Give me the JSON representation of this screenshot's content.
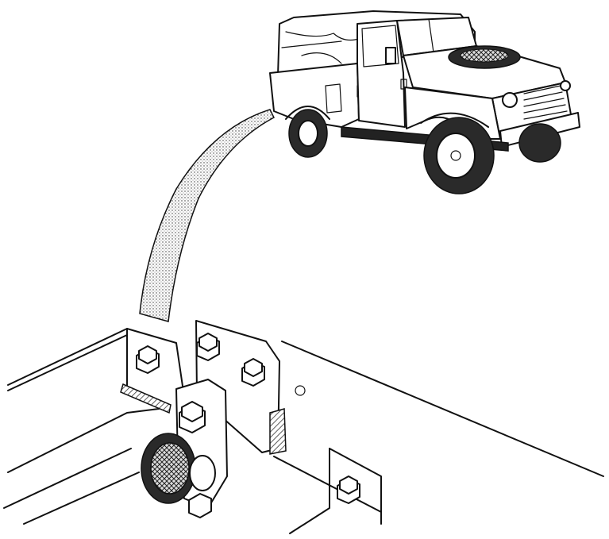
{
  "image": {
    "subjects": [
      "vehicle",
      "callout-arc",
      "chassis-bracket-detail"
    ],
    "ink_color": "#111111",
    "paper_color": "#ffffff"
  }
}
